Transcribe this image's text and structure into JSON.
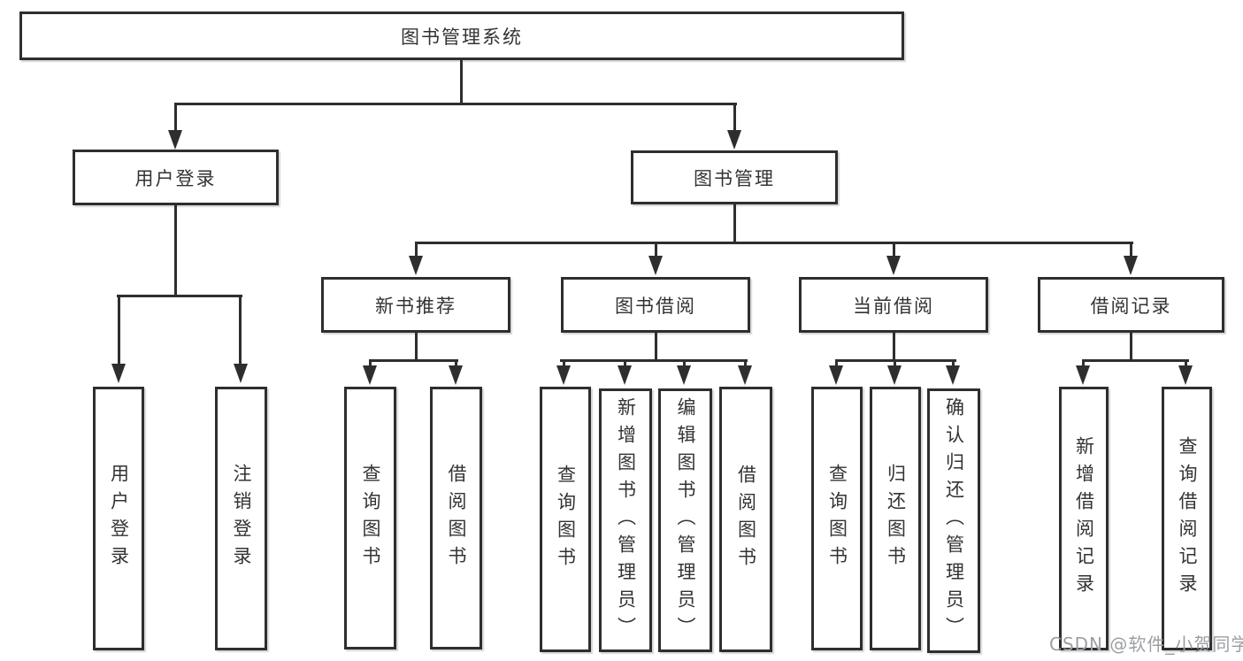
{
  "diagram": {
    "root": {
      "label": "图书管理系统"
    },
    "level2": [
      {
        "label": "用户登录"
      },
      {
        "label": "图书管理"
      }
    ],
    "level3": [
      {
        "label": "新书推荐"
      },
      {
        "label": "图书借阅"
      },
      {
        "label": "当前借阅"
      },
      {
        "label": "借阅记录"
      }
    ],
    "leaves": {
      "login": [
        {
          "label": "用户登录"
        },
        {
          "label": "注销登录"
        }
      ],
      "recommend": [
        {
          "label": "查询图书"
        },
        {
          "label": "借阅图书"
        }
      ],
      "borrow": [
        {
          "label": "查询图书"
        },
        {
          "label": "新增图书（管理员）"
        },
        {
          "label": "编辑图书（管理员）"
        },
        {
          "label": "借阅图书"
        }
      ],
      "current": [
        {
          "label": "查询图书"
        },
        {
          "label": "归还图书"
        },
        {
          "label": "确认归还（管理员）"
        }
      ],
      "records": [
        {
          "label": "新增借阅记录"
        },
        {
          "label": "查询借阅记录"
        }
      ]
    }
  },
  "watermark": {
    "text": "CSDN @软件_小贺同学"
  },
  "colors": {
    "line": "#2e2e2e",
    "text": "#333333",
    "watermark": "#9b9fa4",
    "background": "#ffffff"
  }
}
